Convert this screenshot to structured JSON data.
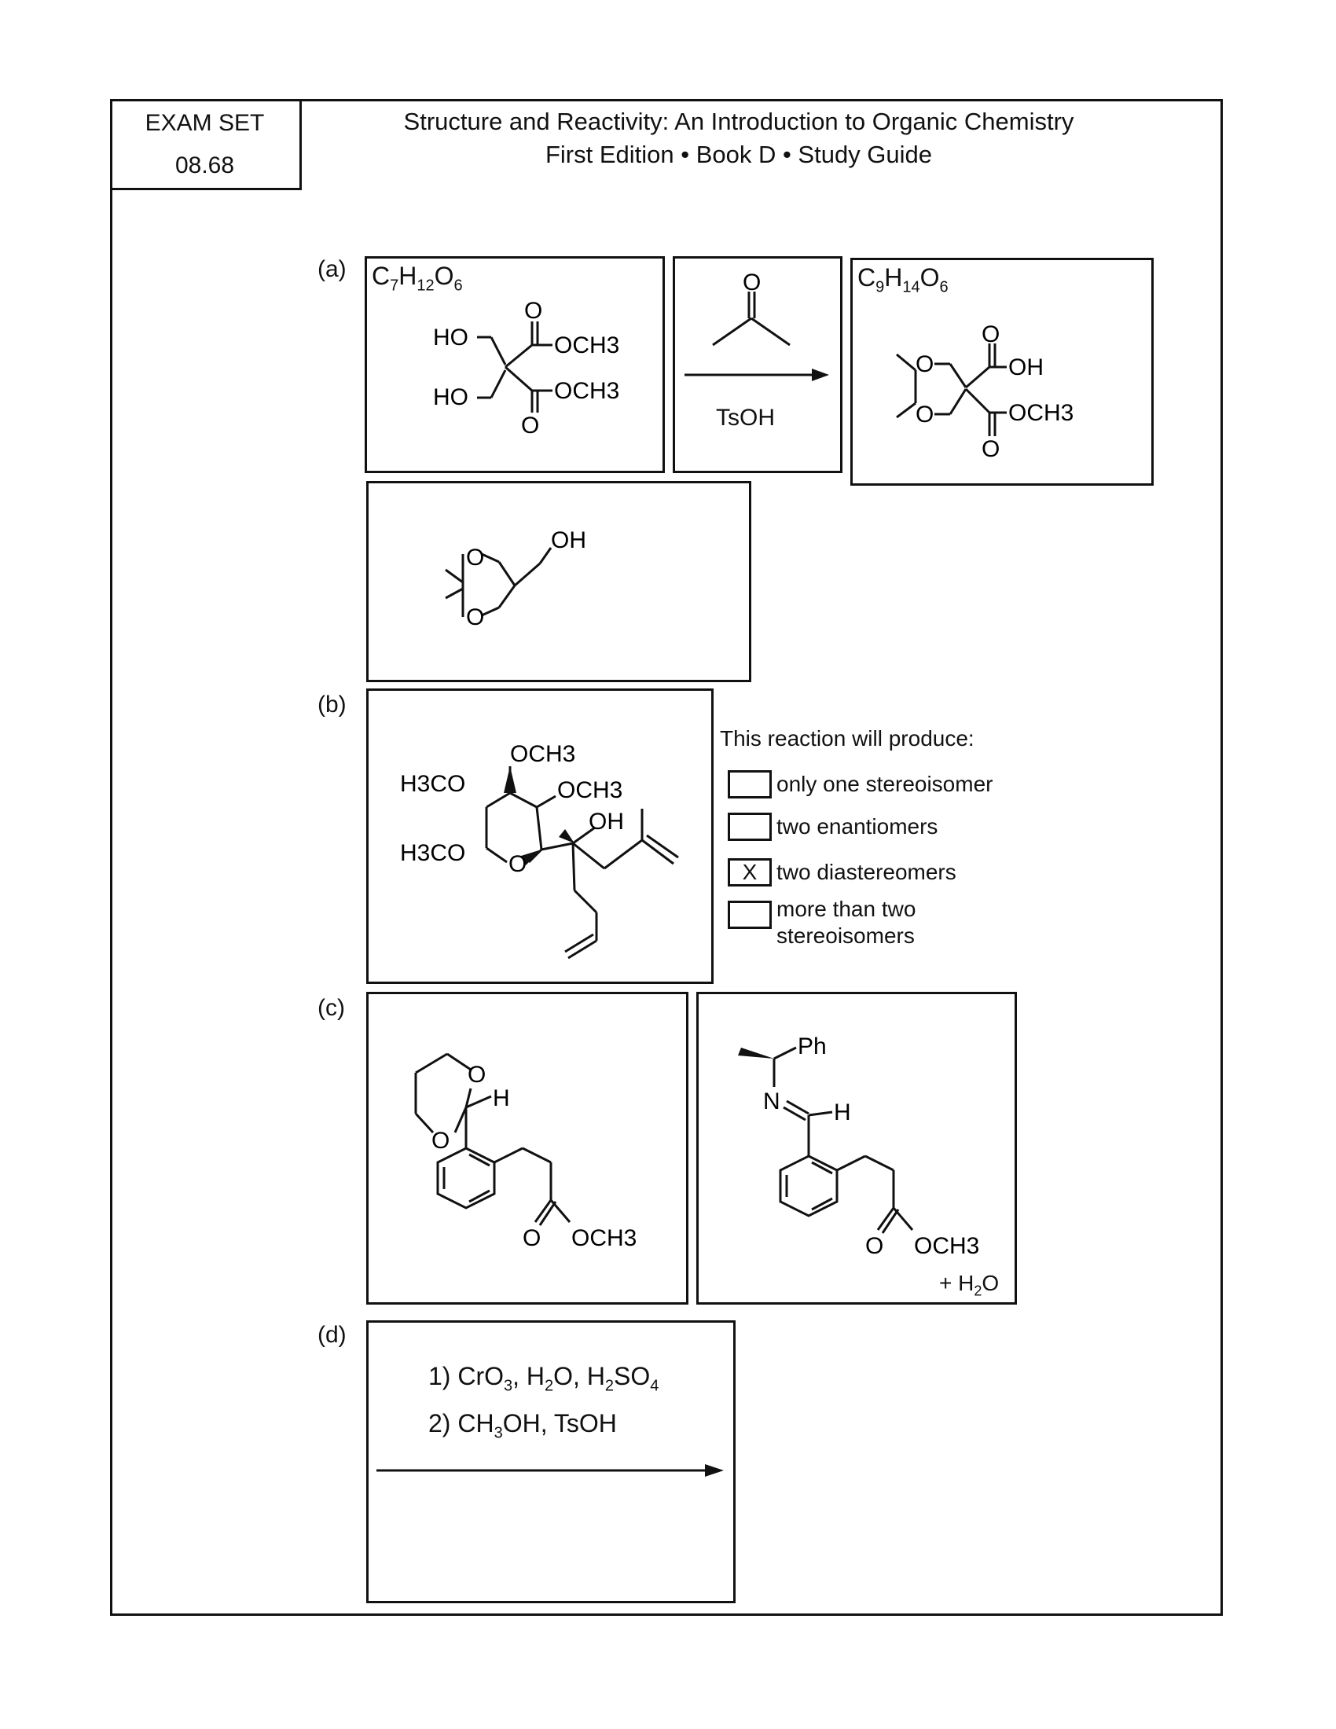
{
  "header": {
    "exam_set_label": "EXAM SET",
    "exam_set_number": "08.68",
    "title": "Structure and Reactivity: An Introduction to Organic Chemistry",
    "subtitle": "First Edition • Book D • Study Guide"
  },
  "part_a": {
    "label": "(a)",
    "reactant_formula": "C7H12O6",
    "product_formula": "C9H14O6",
    "reagent": "TsOH",
    "reactant_groups": {
      "ho1": "HO",
      "ho2": "HO",
      "ester1": "OCH3",
      "ester2": "OCH3",
      "o1": "O",
      "o2": "O"
    },
    "product_groups": {
      "ring_o1": "O",
      "ring_o2": "O",
      "acid": "OH",
      "ester": "OCH3",
      "o1": "O",
      "o2": "O"
    },
    "acetone_o": "O",
    "second_structure": {
      "ring_o1": "O",
      "ring_o2": "O",
      "oh": "OH"
    }
  },
  "part_b": {
    "label": "(b)",
    "groups": {
      "och3_top": "OCH3",
      "h3co_left": "H3CO",
      "och3_right": "OCH3",
      "oh": "OH",
      "h3co_bottom": "H3CO",
      "ring_o": "O"
    },
    "question": "This reaction will produce:",
    "options": [
      {
        "label": "only one stereoisomer",
        "mark": ""
      },
      {
        "label": "two enantiomers",
        "mark": ""
      },
      {
        "label": "two diastereomers",
        "mark": "X"
      },
      {
        "label": "more than two stereoisomers",
        "mark": ""
      }
    ]
  },
  "part_c": {
    "label": "(c)",
    "left_groups": {
      "o1": "O",
      "o2": "O",
      "h": "H",
      "o3": "O",
      "ester": "OCH3"
    },
    "right_groups": {
      "ph": "Ph",
      "n": "N",
      "h": "H",
      "o3": "O",
      "ester": "OCH3"
    },
    "byproduct": "+ H2O"
  },
  "part_d": {
    "label": "(d)",
    "step1": "1) CrO3, H2O, H2SO4",
    "step2": "2) CH3OH, TsOH"
  }
}
